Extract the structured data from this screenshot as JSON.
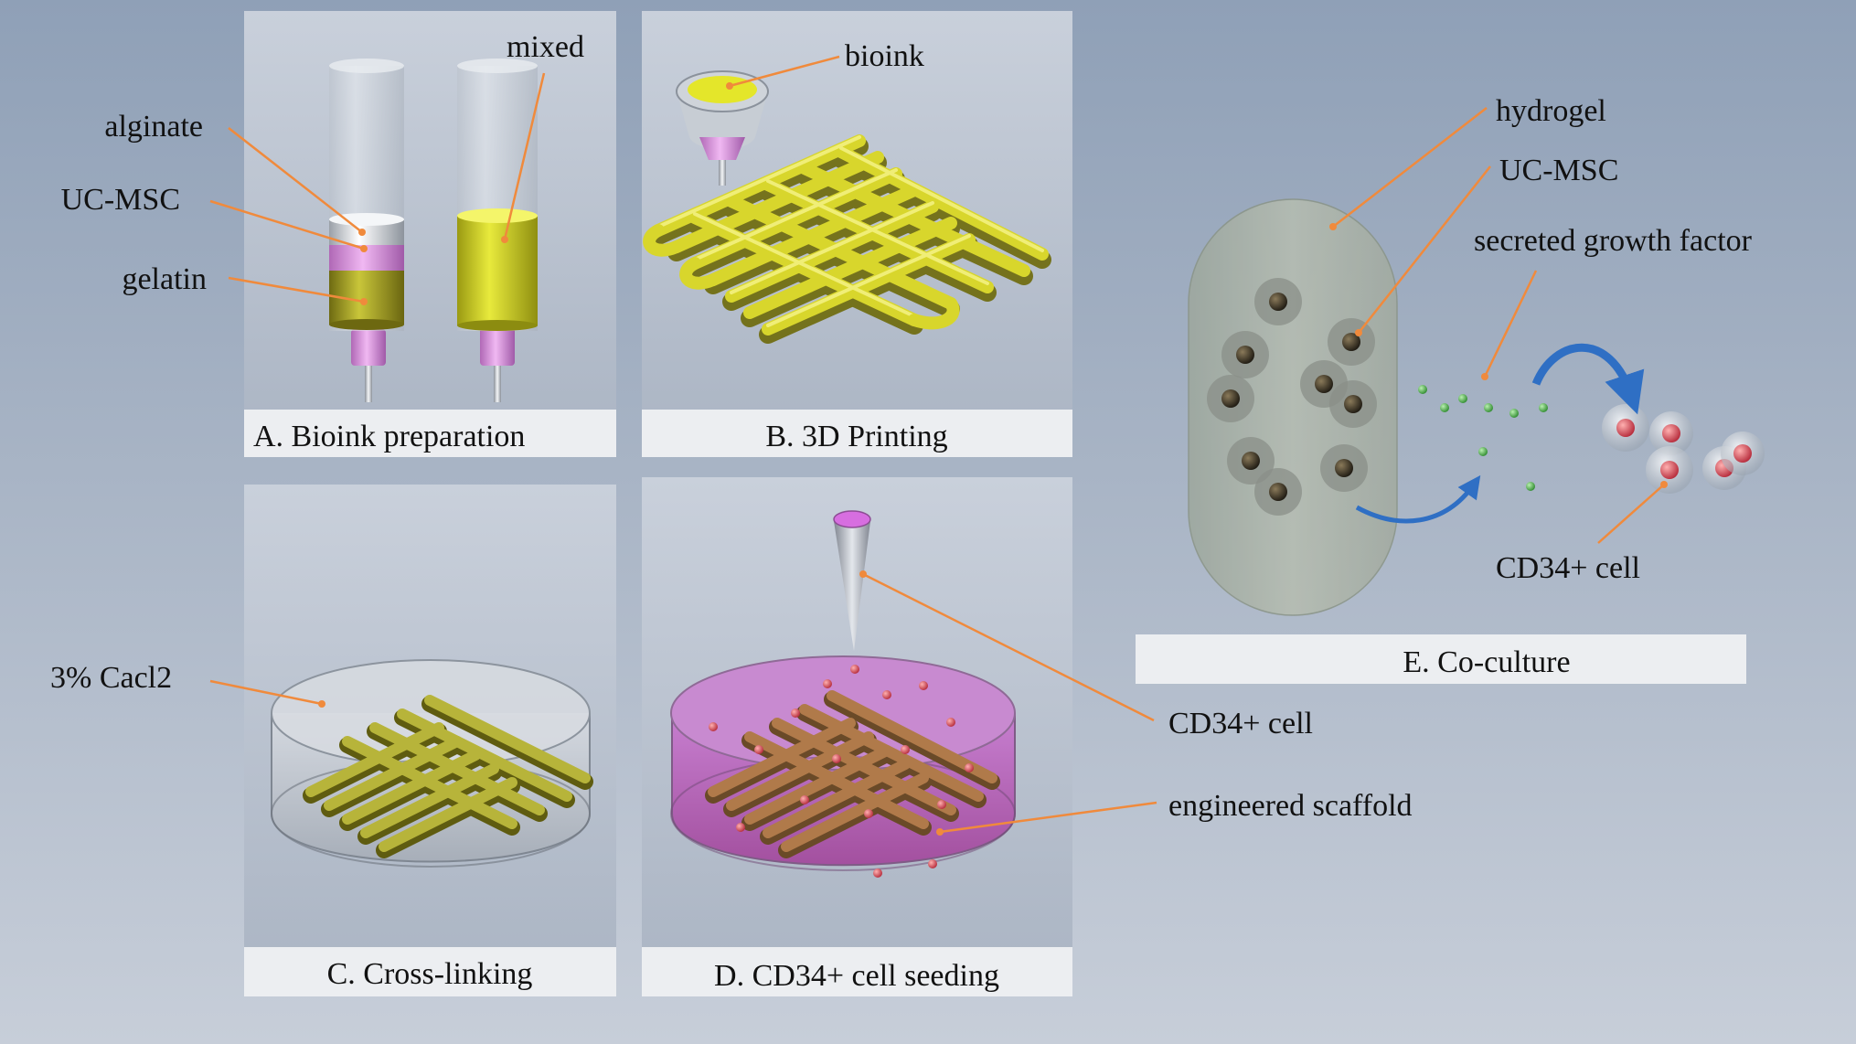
{
  "panels": {
    "a": {
      "caption": "A. Bioink preparation",
      "labels": {
        "mixed": "mixed",
        "alginate": "alginate",
        "ucmsc": "UC-MSC",
        "gelatin": "gelatin"
      }
    },
    "b": {
      "caption": "B. 3D Printing",
      "labels": {
        "bioink": "bioink"
      }
    },
    "c": {
      "caption": "C. Cross-linking",
      "labels": {
        "cacl2": "3% Cacl2"
      }
    },
    "d": {
      "caption": "D. CD34+ cell seeding",
      "labels": {
        "cd34": "CD34+ cell",
        "scaffold": "engineered scaffold"
      }
    },
    "e": {
      "caption": "E. Co-culture",
      "labels": {
        "hydrogel": "hydrogel",
        "ucmsc": "UC-MSC",
        "growth_factor": "secreted growth factor",
        "cd34": "CD34+ cell"
      }
    }
  },
  "colors": {
    "leader_line": "#f08a3c",
    "bioink_yellow": "#d6d92a",
    "scaffold_olive": "#9c9a3c",
    "pink_medium": "#c074c8",
    "arrow_blue": "#2f6fc4"
  }
}
